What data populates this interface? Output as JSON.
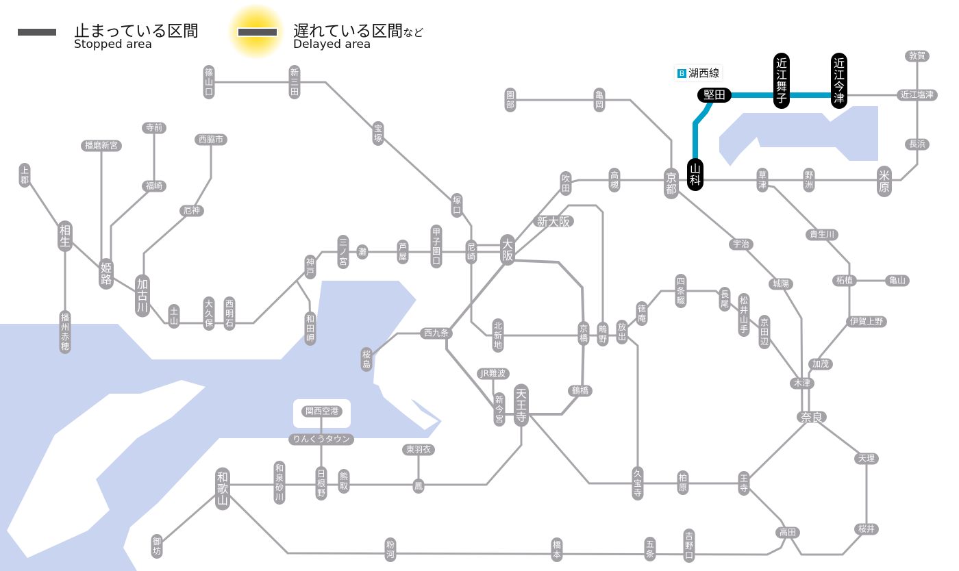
{
  "legend": {
    "stopped": {
      "jp": "止まっている区間",
      "en": "Stopped area",
      "color": "#58585a"
    },
    "delayed": {
      "jp": "遅れている区間",
      "jp_suffix": "など",
      "en": "Delayed area",
      "glow_color": "#ffd400"
    }
  },
  "affected_line": {
    "code": "B",
    "name": "湖西線",
    "color": "#00a0c8",
    "status": "stopped"
  },
  "colors": {
    "line": "#a8a6aa",
    "station": "#a3a1a5",
    "water": "#c9d5f0",
    "stopped_station": "#000000"
  },
  "stations": [
    {
      "name": "篠山口",
      "status": "normal"
    },
    {
      "name": "新三田",
      "status": "normal"
    },
    {
      "name": "宝塚",
      "status": "normal"
    },
    {
      "name": "塚口",
      "status": "normal"
    },
    {
      "name": "尼崎",
      "status": "normal"
    },
    {
      "name": "甲子園口",
      "status": "normal"
    },
    {
      "name": "芦屋",
      "status": "normal"
    },
    {
      "name": "灘",
      "status": "normal"
    },
    {
      "name": "三ノ宮",
      "status": "normal"
    },
    {
      "name": "神戸",
      "status": "normal"
    },
    {
      "name": "和田岬",
      "status": "normal"
    },
    {
      "name": "西明石",
      "status": "normal"
    },
    {
      "name": "大久保",
      "status": "normal"
    },
    {
      "name": "土山",
      "status": "normal"
    },
    {
      "name": "加古川",
      "status": "normal"
    },
    {
      "name": "厄神",
      "status": "normal"
    },
    {
      "name": "西脇市",
      "status": "normal"
    },
    {
      "name": "寺前",
      "status": "normal"
    },
    {
      "name": "福崎",
      "status": "normal"
    },
    {
      "name": "播磨新宮",
      "status": "normal"
    },
    {
      "name": "姫路",
      "status": "normal"
    },
    {
      "name": "相生",
      "status": "normal"
    },
    {
      "name": "上郡",
      "status": "normal"
    },
    {
      "name": "播州赤穂",
      "status": "normal"
    },
    {
      "name": "園部",
      "status": "normal"
    },
    {
      "name": "亀岡",
      "status": "normal"
    },
    {
      "name": "京都",
      "status": "normal"
    },
    {
      "name": "高槻",
      "status": "normal"
    },
    {
      "name": "吹田",
      "status": "normal"
    },
    {
      "name": "新大阪",
      "status": "normal"
    },
    {
      "name": "大阪",
      "status": "normal"
    },
    {
      "name": "北新地",
      "status": "normal"
    },
    {
      "name": "京橋",
      "status": "normal"
    },
    {
      "name": "鴫野",
      "status": "normal"
    },
    {
      "name": "放出",
      "status": "normal"
    },
    {
      "name": "徳庵",
      "status": "normal"
    },
    {
      "name": "四条畷",
      "status": "normal"
    },
    {
      "name": "長尾",
      "status": "normal"
    },
    {
      "name": "松井山手",
      "status": "normal"
    },
    {
      "name": "京田辺",
      "status": "normal"
    },
    {
      "name": "西九条",
      "status": "normal"
    },
    {
      "name": "桜島",
      "status": "normal"
    },
    {
      "name": "JR難波",
      "status": "normal"
    },
    {
      "name": "新今宮",
      "status": "normal"
    },
    {
      "name": "天王寺",
      "status": "normal"
    },
    {
      "name": "鶴橋",
      "status": "normal"
    },
    {
      "name": "関西空港",
      "status": "normal"
    },
    {
      "name": "りんくうタウン",
      "status": "normal"
    },
    {
      "name": "日根野",
      "status": "normal"
    },
    {
      "name": "熊取",
      "status": "normal"
    },
    {
      "name": "東羽衣",
      "status": "normal"
    },
    {
      "name": "鳳",
      "status": "normal"
    },
    {
      "name": "和泉砂川",
      "status": "normal"
    },
    {
      "name": "和歌山",
      "status": "normal"
    },
    {
      "name": "御坊",
      "status": "normal"
    },
    {
      "name": "粉河",
      "status": "normal"
    },
    {
      "name": "橋本",
      "status": "normal"
    },
    {
      "name": "五条",
      "status": "normal"
    },
    {
      "name": "吉野口",
      "status": "normal"
    },
    {
      "name": "高田",
      "status": "normal"
    },
    {
      "name": "桜井",
      "status": "normal"
    },
    {
      "name": "天理",
      "status": "normal"
    },
    {
      "name": "王寺",
      "status": "normal"
    },
    {
      "name": "柏原",
      "status": "normal"
    },
    {
      "name": "久宝寺",
      "status": "normal"
    },
    {
      "name": "奈良",
      "status": "normal"
    },
    {
      "name": "木津",
      "status": "normal"
    },
    {
      "name": "加茂",
      "status": "normal"
    },
    {
      "name": "伊賀上野",
      "status": "normal"
    },
    {
      "name": "柘植",
      "status": "normal"
    },
    {
      "name": "亀山",
      "status": "normal"
    },
    {
      "name": "貴生川",
      "status": "normal"
    },
    {
      "name": "草津",
      "status": "normal"
    },
    {
      "name": "野洲",
      "status": "normal"
    },
    {
      "name": "米原",
      "status": "normal"
    },
    {
      "name": "長浜",
      "status": "normal"
    },
    {
      "name": "近江塩津",
      "status": "normal"
    },
    {
      "name": "敦賀",
      "status": "normal"
    },
    {
      "name": "宇治",
      "status": "normal"
    },
    {
      "name": "城陽",
      "status": "normal"
    },
    {
      "name": "山科",
      "status": "stopped"
    },
    {
      "name": "堅田",
      "status": "stopped"
    },
    {
      "name": "近江舞子",
      "status": "stopped"
    },
    {
      "name": "近江今津",
      "status": "stopped"
    }
  ]
}
